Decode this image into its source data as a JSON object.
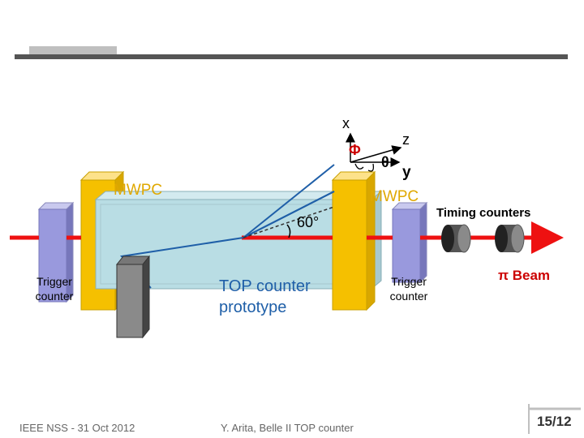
{
  "labels": {
    "axis_x": "x",
    "axis_z": "z",
    "axis_y": "y",
    "phi": "Φ",
    "theta": "θ",
    "mwpc_left": "MWPC",
    "mwpc_right": "MWPC",
    "angle": "60°",
    "timing_counters": "Timing counters",
    "trigger_left": "Trigger\ncounter",
    "trigger_right": "Trigger\ncounter",
    "top_counter": "TOP counter\nprototype",
    "beam": "π Beam"
  },
  "footer": {
    "left": "IEEE NSS - 31 Oct 2012",
    "center": "Y. Arita, Belle II TOP counter",
    "page": "15/12"
  },
  "colors": {
    "mwpc": "#f5c000",
    "trigger": "#9999dd",
    "quartz": "#b9dde4",
    "beam": "#ee1111",
    "track": "#1f5fa8",
    "header_bar": "#555555"
  }
}
